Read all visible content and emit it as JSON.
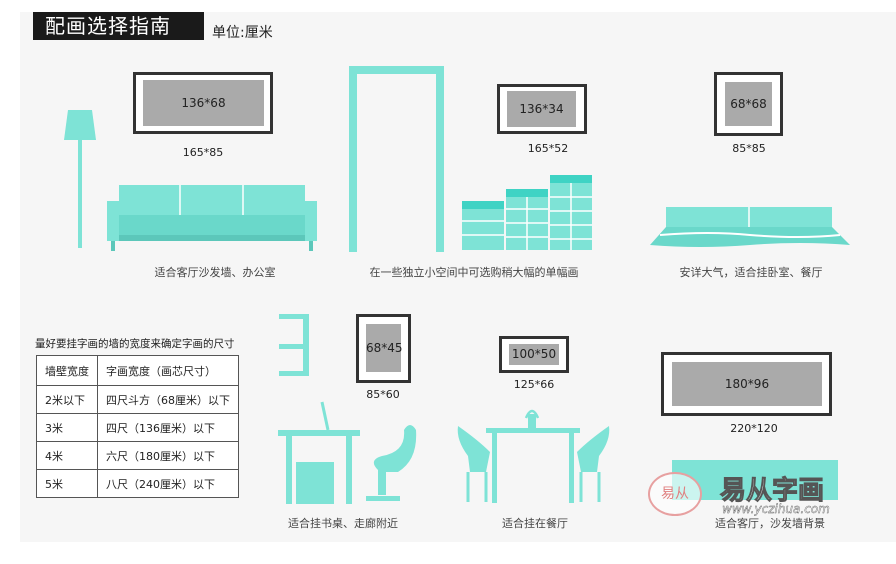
{
  "header": {
    "title": "配画选择指南",
    "unit": "单位:厘米"
  },
  "scenes": [
    {
      "art": "136*68",
      "frame": "165*85",
      "caption": "适合客厅沙发墙、办公室"
    },
    {
      "art": "136*34",
      "frame": "165*52",
      "caption": "在一些独立小空间中可选购稍大幅的单幅画"
    },
    {
      "art": "68*68",
      "frame": "85*85",
      "caption": "安详大气，适合挂卧室、餐厅"
    },
    {
      "art": "68*45",
      "frame": "85*60",
      "caption": "适合挂书桌、走廊附近"
    },
    {
      "art": "100*50",
      "frame": "125*66",
      "caption": "适合挂在餐厅"
    },
    {
      "art": "180*96",
      "frame": "220*120",
      "caption": "适合客厅，沙发墙背景"
    }
  ],
  "table": {
    "title": "量好要挂字画的墙的宽度来确定字画的尺寸",
    "headers": [
      "墙壁宽度",
      "字画宽度（画芯尺寸）"
    ],
    "rows": [
      [
        "2米以下",
        "四尺斗方（68厘米）以下"
      ],
      [
        "3米",
        "四尺（136厘米）以下"
      ],
      [
        "4米",
        "六尺（180厘米）以下"
      ],
      [
        "5米",
        "八尺（240厘米）以下"
      ]
    ]
  },
  "watermark": {
    "brand": "易从字画",
    "url": "www.yczihua.com",
    "seal": "易从"
  },
  "colors": {
    "accent": "#7ee3d6",
    "dark": "#1a1a1a",
    "art": "#aaaaaa"
  }
}
